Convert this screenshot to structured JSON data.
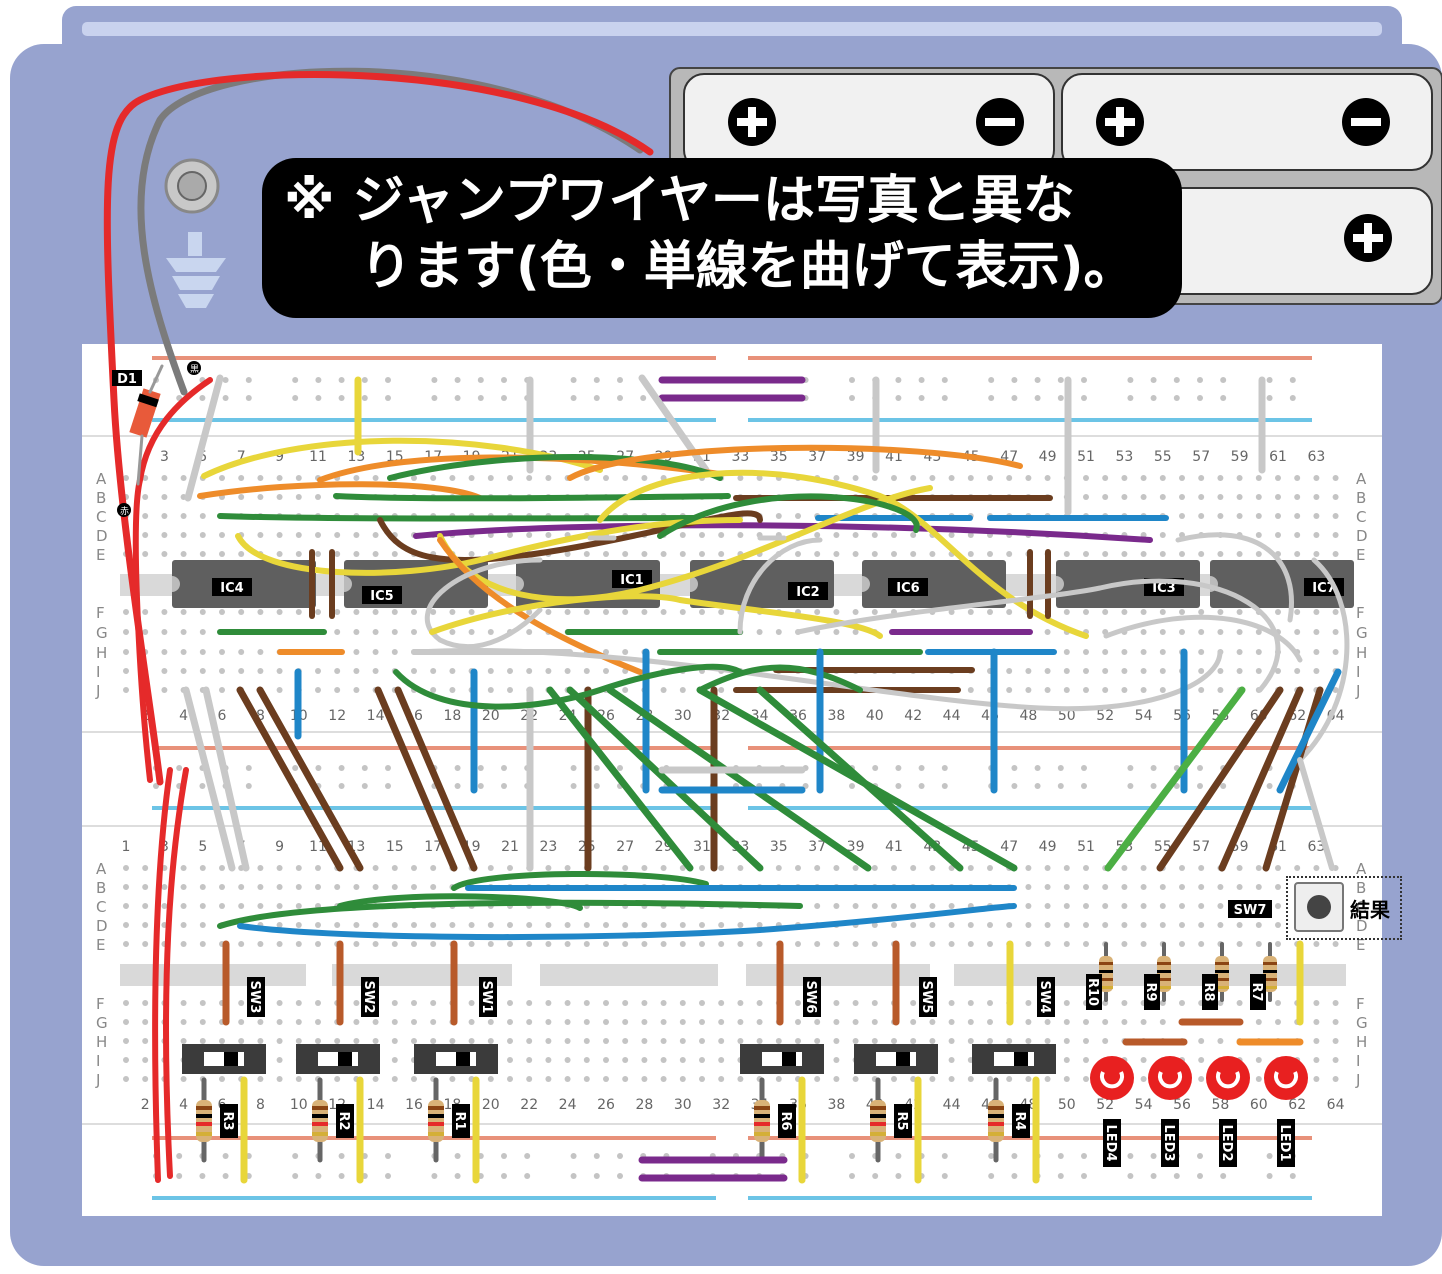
{
  "notice": {
    "line1": "※ ジャンプワイヤーは写真と異な",
    "line2": "ります(色・単線を曲げて表示)。"
  },
  "board": {
    "row_letters_top": [
      "A",
      "B",
      "C",
      "D",
      "E"
    ],
    "row_letters_mid": [
      "F",
      "G",
      "H",
      "I",
      "J"
    ],
    "odd_cols_top": [
      "3",
      "5",
      "7",
      "9",
      "11",
      "13",
      "15",
      "17",
      "19",
      "21",
      "23",
      "25",
      "27",
      "29",
      "31",
      "33",
      "35",
      "37",
      "39",
      "41",
      "43",
      "45",
      "47",
      "49",
      "51",
      "53",
      "55",
      "57",
      "59",
      "61",
      "63"
    ],
    "even_cols": [
      "2",
      "4",
      "6",
      "8",
      "10",
      "12",
      "14",
      "16",
      "18",
      "20",
      "22",
      "24",
      "26",
      "28",
      "30",
      "32",
      "34",
      "36",
      "38",
      "40",
      "42",
      "44",
      "46",
      "48",
      "50",
      "52",
      "54",
      "56",
      "58",
      "60",
      "62",
      "64"
    ],
    "odd_cols_bottom": [
      "1",
      "3",
      "5",
      "7",
      "9",
      "11",
      "13",
      "15",
      "17",
      "19",
      "21",
      "23",
      "25",
      "27",
      "29",
      "31",
      "33",
      "35",
      "37",
      "39",
      "41",
      "43",
      "45",
      "47",
      "49",
      "51",
      "53",
      "55",
      "57",
      "59",
      "61",
      "63"
    ]
  },
  "components": {
    "ics": [
      "IC4",
      "IC5",
      "IC1",
      "IC2",
      "IC6",
      "IC3",
      "IC7"
    ],
    "switches": [
      "SW3",
      "SW2",
      "SW1",
      "SW6",
      "SW5",
      "SW4"
    ],
    "resistors_bottom": [
      "R3",
      "R2",
      "R1",
      "R6",
      "R5",
      "R4"
    ],
    "resistors_led": [
      "R10",
      "R9",
      "R8",
      "R7"
    ],
    "leds": [
      "LED4",
      "LED3",
      "LED2",
      "LED1"
    ],
    "push_switch": "SW7",
    "diode": "D1",
    "black_mark": "黒",
    "red_mark": "赤",
    "result_label": "結果"
  },
  "colors": {
    "frame": "#97a3cf",
    "board": "#ffffff",
    "rail_red": "#e8917a",
    "rail_blue": "#6cc4e6",
    "wire_red": "#e52a2a",
    "wire_gray": "#7b7b7b",
    "wire_yellow": "#e8d63a",
    "wire_orange": "#ee8c2a",
    "wire_green": "#2f8c3a",
    "wire_lightgreen": "#4caf44",
    "wire_brown": "#6b3d1f",
    "wire_blue": "#1f86c8",
    "wire_purple": "#7a2a8c",
    "wire_lightgray": "#c8c8c8",
    "led_red": "#e82020"
  }
}
